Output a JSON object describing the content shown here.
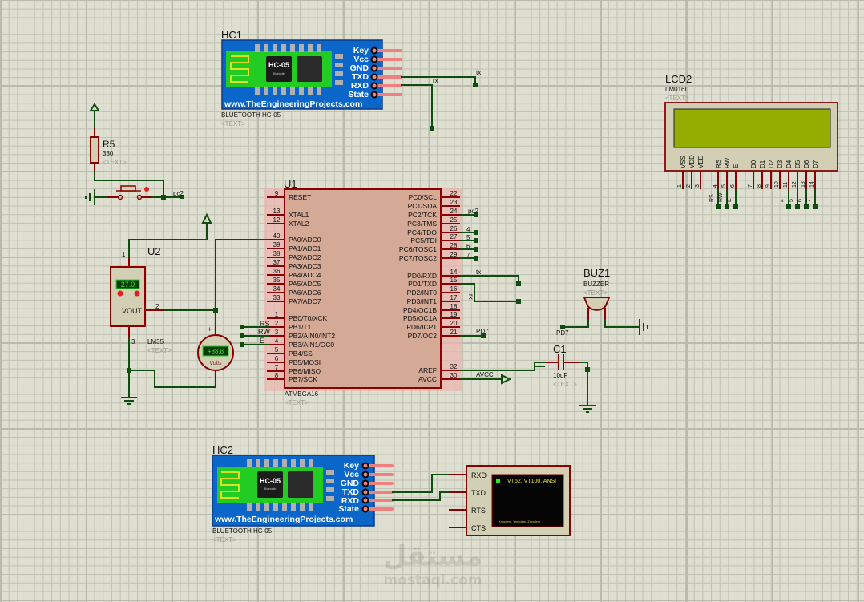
{
  "app": "Proteus ISIS schematic",
  "colors": {
    "wire": "#0e4d0e",
    "pin": "#8b0000",
    "chip_fill": "#d4a996",
    "chip_glow": "#e9b5b0",
    "hc_blue": "#0a66c8",
    "hc_green": "#22cc22",
    "lcd_screen": "#93ad00"
  },
  "hc1": {
    "ref": "HC1",
    "name": "BLUETOOTH HC-05",
    "text": "<TEXT>",
    "chip_label": "HC-05",
    "chip_sub": "Bluetooth",
    "website": "www.TheEngineeringProjects.com",
    "pins": [
      "Key",
      "Vcc",
      "GND",
      "TXD",
      "RXD",
      "State"
    ],
    "net_tx": "tx",
    "net_rx": "rx"
  },
  "hc2": {
    "ref": "HC2",
    "name": "BLUETOOTH HC-05",
    "text": "<TEXT>",
    "chip_label": "HC-05",
    "chip_sub": "Bluetooth",
    "website": "www.TheEngineeringProjects.com",
    "pins": [
      "Key",
      "Vcc",
      "GND",
      "TXD",
      "RXD",
      "State"
    ]
  },
  "lcd": {
    "ref": "LCD2",
    "model": "LM016L",
    "text": "<TEXT>",
    "pin_names": [
      "VSS",
      "VDD",
      "VEE",
      "RS",
      "RW",
      "E",
      "D0",
      "D1",
      "D2",
      "D3",
      "D4",
      "D5",
      "D6",
      "D7"
    ],
    "pin_numbers": [
      "1",
      "2",
      "3",
      "4",
      "5",
      "6",
      "7",
      "8",
      "9",
      "10",
      "11",
      "12",
      "13",
      "14"
    ],
    "net_labels": [
      "RS",
      "RW",
      "E",
      "4",
      "5",
      "6",
      "7"
    ]
  },
  "u1": {
    "ref": "U1",
    "model": "ATMEGA16",
    "text": "<TEXT>",
    "left_pins": [
      {
        "num": "9",
        "name": "RESET"
      },
      {
        "num": "13",
        "name": "XTAL1"
      },
      {
        "num": "12",
        "name": "XTAL2"
      },
      {
        "num": "40",
        "name": "PA0/ADC0"
      },
      {
        "num": "39",
        "name": "PA1/ADC1"
      },
      {
        "num": "38",
        "name": "PA2/ADC2"
      },
      {
        "num": "37",
        "name": "PA3/ADC3"
      },
      {
        "num": "36",
        "name": "PA4/ADC4"
      },
      {
        "num": "35",
        "name": "PA5/ADC5"
      },
      {
        "num": "34",
        "name": "PA6/ADC6"
      },
      {
        "num": "33",
        "name": "PA7/ADC7"
      },
      {
        "num": "1",
        "name": "PB0/T0/XCK"
      },
      {
        "num": "2",
        "name": "PB1/T1"
      },
      {
        "num": "3",
        "name": "PB2/AIN0/INT2"
      },
      {
        "num": "4",
        "name": "PB3/AIN1/OC0"
      },
      {
        "num": "5",
        "name": "PB4/SS"
      },
      {
        "num": "6",
        "name": "PB5/MOSI"
      },
      {
        "num": "7",
        "name": "PB6/MISO"
      },
      {
        "num": "8",
        "name": "PB7/SCK"
      }
    ],
    "right_pins": [
      {
        "num": "22",
        "name": "PC0/SCL"
      },
      {
        "num": "23",
        "name": "PC1/SDA"
      },
      {
        "num": "24",
        "name": "PC2/TCK"
      },
      {
        "num": "25",
        "name": "PC3/TMS"
      },
      {
        "num": "26",
        "name": "PC4/TDO"
      },
      {
        "num": "27",
        "name": "PC5/TDI"
      },
      {
        "num": "28",
        "name": "PC6/TOSC1"
      },
      {
        "num": "29",
        "name": "PC7/TOSC2"
      },
      {
        "num": "14",
        "name": "PD0/RXD"
      },
      {
        "num": "15",
        "name": "PD1/TXD"
      },
      {
        "num": "16",
        "name": "PD2/INT0"
      },
      {
        "num": "17",
        "name": "PD3/INT1"
      },
      {
        "num": "18",
        "name": "PD4/OC1B"
      },
      {
        "num": "19",
        "name": "PD5/OC1A"
      },
      {
        "num": "20",
        "name": "PD6/ICP1"
      },
      {
        "num": "21",
        "name": "PD7/OC2"
      },
      {
        "num": "32",
        "name": "AREF"
      },
      {
        "num": "30",
        "name": "AVCC"
      }
    ],
    "net_labels": {
      "pc2": "pc2",
      "pc4": "4",
      "pc5": "5",
      "pc6": "6",
      "pc7": "7",
      "tx": "tx",
      "rx": "rx",
      "pd7": "PD7",
      "avcc": "AVCC",
      "rs": "RS",
      "rw": "RW",
      "e": "E"
    }
  },
  "r5": {
    "ref": "R5",
    "value": "330",
    "text": "<TEXT>",
    "net": "pc2"
  },
  "u2": {
    "ref": "U2",
    "model": "LM35",
    "text": "<TEXT>",
    "display": "27.0",
    "pin_vout": "VOUT",
    "pins": [
      "1",
      "2",
      "3"
    ]
  },
  "voltmeter": {
    "display": "+88.8",
    "unit": "Volts",
    "plus": "+",
    "minus": "−"
  },
  "buz1": {
    "ref": "BUZ1",
    "model": "BUZZER",
    "text": "<TEXT>",
    "net": "PD7"
  },
  "c1": {
    "ref": "C1",
    "value": "10uF",
    "text": "<TEXT>"
  },
  "terminal": {
    "pins": [
      "RXD",
      "TXD",
      "RTS",
      "CTS"
    ],
    "header": "VT52, VT100, ANSI",
    "footer": "Xmodem, Ymodem, Zmodem"
  },
  "watermark": {
    "arabic": "مستقل",
    "latin": "mostaql.com"
  }
}
